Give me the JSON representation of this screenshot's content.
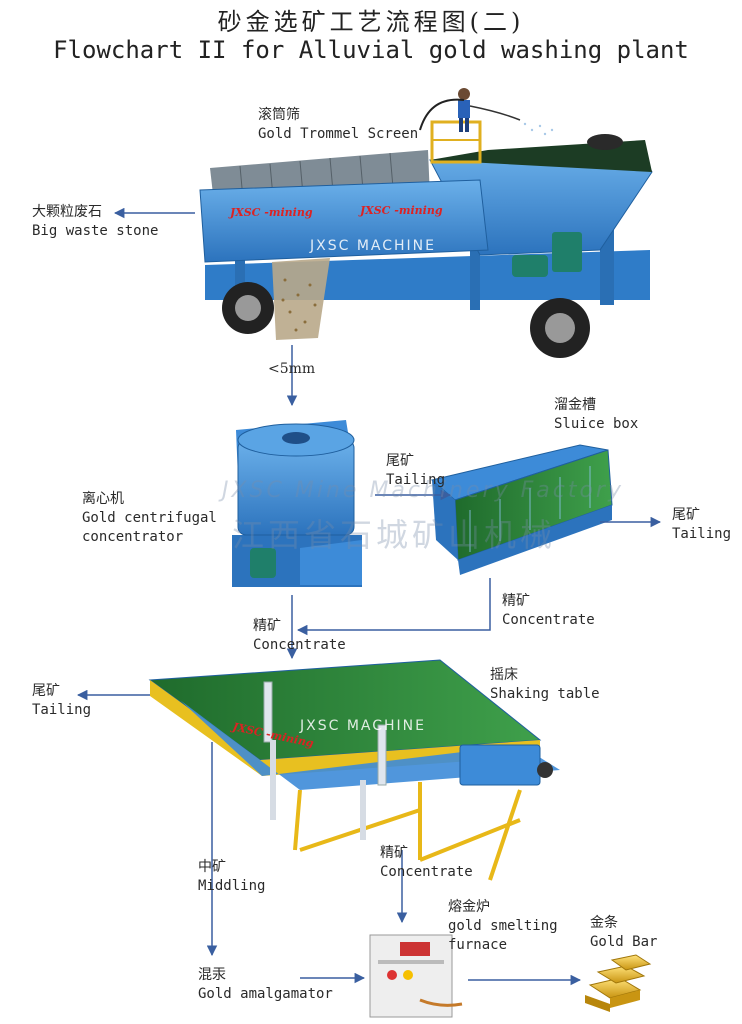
{
  "title": {
    "cn": "砂金选矿工艺流程图(二)",
    "en": "Flowchart II for Alluvial gold washing plant"
  },
  "nodes": {
    "trommel": {
      "cn": "滚筒筛",
      "en": "Gold Trommel Screen",
      "brand1": "JXSC -mining",
      "brand2": "JXSC -mining",
      "watermark": "JXSC MACHINE"
    },
    "waste": {
      "cn": "大颗粒废石",
      "en": "Big waste stone"
    },
    "size": {
      "label": "<5mm"
    },
    "centrifugal": {
      "cn": "离心机",
      "en1": "Gold centrifugal",
      "en2": "concentrator"
    },
    "tailing1": {
      "cn": "尾矿",
      "en": "Tailing"
    },
    "sluice": {
      "cn": "溜金槽",
      "en": "Sluice box"
    },
    "tailing2": {
      "cn": "尾矿",
      "en": "Tailing"
    },
    "concentrate1": {
      "cn": "精矿",
      "en": "Concentrate"
    },
    "concentrate2": {
      "cn": "精矿",
      "en": "Concentrate"
    },
    "shaking": {
      "cn": "摇床",
      "en": "Shaking table",
      "brand": "JXSC -mining",
      "watermark": "JXSC MACHINE"
    },
    "tailing3": {
      "cn": "尾矿",
      "en": "Tailing"
    },
    "middling": {
      "cn": "中矿",
      "en": "Middling"
    },
    "concentrate3": {
      "cn": "精矿",
      "en": "Concentrate"
    },
    "furnace": {
      "cn": "熔金炉",
      "en1": "gold smelting",
      "en2": "furnace"
    },
    "amalgamator": {
      "cn": "混汞",
      "en": "Gold amalgamator"
    },
    "goldbar": {
      "cn": "金条",
      "en": "Gold Bar"
    }
  },
  "watermark": {
    "en": "JXSC Mine Machinery Factory",
    "cn": "江西省石城矿山机械"
  },
  "colors": {
    "arrow": "#3a5fa0",
    "machine_blue": "#3f8ed6",
    "frame_yellow": "#e8c020",
    "deck_green": "#2f8a3a"
  }
}
